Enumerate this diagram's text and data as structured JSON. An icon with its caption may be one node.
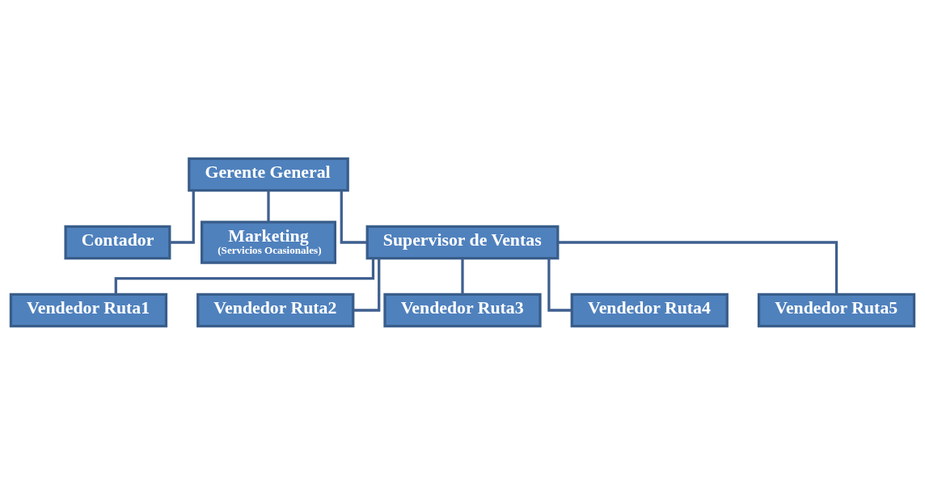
{
  "diagram": {
    "nodes": [
      {
        "text": [
          "Gerente General"
        ]
      },
      {
        "text": [
          "Contador"
        ]
      },
      {
        "text": [
          "Marketing",
          "(Servicios Ocasionales)"
        ]
      },
      {
        "text": [
          "Supervisor de Ventas"
        ]
      },
      {
        "text": [
          "Vendedor Ruta1"
        ]
      },
      {
        "text": [
          "Vendedor Ruta2"
        ]
      },
      {
        "text": [
          "Vendedor Ruta3"
        ]
      },
      {
        "text": [
          "Vendedor Ruta4"
        ]
      },
      {
        "text": [
          "Vendedor Ruta5"
        ]
      }
    ],
    "edges": [
      {
        "from": 0,
        "to": 1,
        "arrow": "none"
      },
      {
        "from": 0,
        "to": 2,
        "arrow": "none"
      },
      {
        "from": 0,
        "to": 3,
        "arrow": "none"
      },
      {
        "from": 3,
        "to": 4,
        "arrow": "none"
      },
      {
        "from": 3,
        "to": 5,
        "arrow": "none"
      },
      {
        "from": 3,
        "to": 6,
        "arrow": "none"
      },
      {
        "from": 3,
        "to": 7,
        "arrow": "none"
      },
      {
        "from": 3,
        "to": 8,
        "arrow": "none"
      }
    ]
  }
}
